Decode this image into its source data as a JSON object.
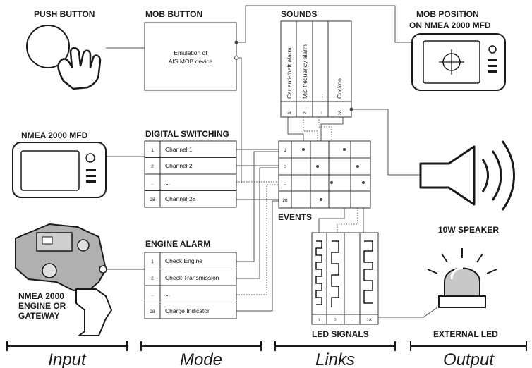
{
  "headings": {
    "push_button": "PUSH BUTTON",
    "mob_button": "MOB BUTTON",
    "sounds": "SOUNDS",
    "mob_position_1": "MOB POSITION",
    "mob_position_2": "ON NMEA 2000 MFD",
    "nmea_mfd": "NMEA 2000 MFD",
    "digital_switching": "DIGITAL SWITCHING",
    "engine_alarm": "ENGINE ALARM",
    "events": "EVENTS",
    "speaker": "10W SPEAKER",
    "led_signals": "LED SIGNALS",
    "external_led": "EXTERNAL LED",
    "engine_1": "NMEA 2000",
    "engine_2": "ENGINE OR",
    "engine_3": "GATEWAY"
  },
  "mob_box": {
    "line1": "Emulation of",
    "line2": "AIS MOB device"
  },
  "sounds": [
    {
      "num": "1",
      "name": "Car anti-theft alarm"
    },
    {
      "num": "2",
      "name": "Mid frequency alarm"
    },
    {
      "num": "..",
      "name": "..."
    },
    {
      "num": "28",
      "name": "Cuckoo"
    }
  ],
  "channels": [
    {
      "num": "1",
      "label": "Channel 1"
    },
    {
      "num": "2",
      "label": "Channel 2"
    },
    {
      "num": "..",
      "label": "..."
    },
    {
      "num": "28",
      "label": "Channel 28"
    }
  ],
  "engine_alarms": [
    {
      "num": "1",
      "label": "Check Engine"
    },
    {
      "num": "2",
      "label": "Check Transmission"
    },
    {
      "num": "..",
      "label": "..."
    },
    {
      "num": "28",
      "label": "Charge Indicator"
    }
  ],
  "events_rows": [
    "1",
    "2",
    "..",
    "28"
  ],
  "led_cols": [
    "1",
    "2",
    "..",
    "28"
  ],
  "captions": {
    "input": "Input",
    "mode": "Mode",
    "links": "Links",
    "output": "Output"
  }
}
